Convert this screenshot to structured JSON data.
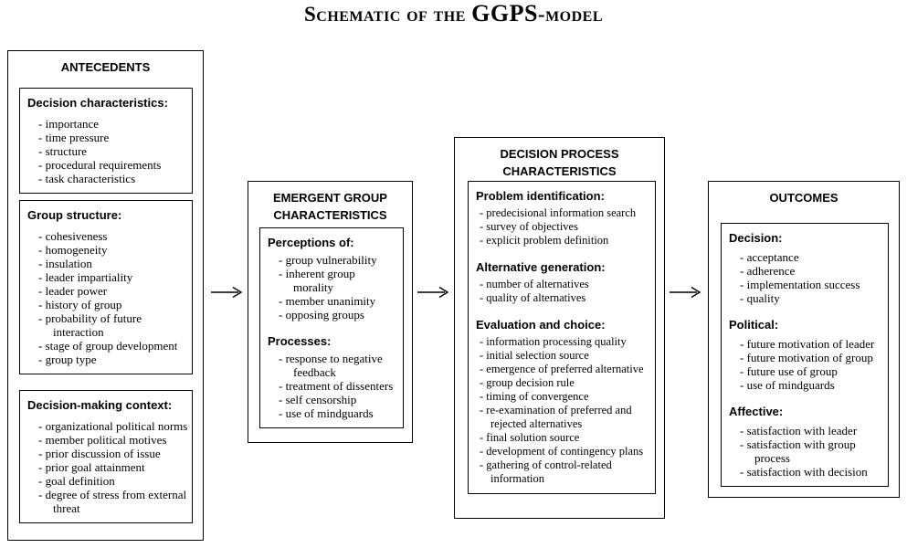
{
  "title": {
    "prefix": "Schematic of the ",
    "emphasis": "GGPS",
    "suffix": "-model"
  },
  "bullet": "-",
  "icons": {
    "flow_arrow": "right-arrow"
  },
  "colors": {
    "line": "#000000",
    "background": "#ffffff",
    "text": "#000000"
  },
  "antecedents": {
    "header": "ANTECEDENTS",
    "subboxes": [
      {
        "heading": "Decision characteristics:",
        "items": [
          "importance",
          "time pressure",
          "structure",
          "procedural requirements",
          "task characteristics"
        ]
      },
      {
        "heading": "Group structure:",
        "items": [
          "cohesiveness",
          "homogeneity",
          "insulation",
          "leader impartiality",
          "leader power",
          "history of group",
          "probability of future interaction",
          "stage of group development",
          "group type"
        ]
      },
      {
        "heading": "Decision-making context:",
        "items": [
          "organizational political norms",
          "member political motives",
          "prior discussion of issue",
          "prior goal attainment",
          "goal definition",
          "degree of stress from external threat"
        ]
      }
    ]
  },
  "emergent": {
    "header": "EMERGENT GROUP CHARACTERISTICS",
    "sections": [
      {
        "heading": "Perceptions of:",
        "items": [
          "group vulnerability",
          "inherent group morality",
          "member unanimity",
          "opposing groups"
        ]
      },
      {
        "heading": "Processes:",
        "items": [
          "response to negative feedback",
          "treatment of dissenters",
          "self censorship",
          "use of mindguards"
        ]
      }
    ]
  },
  "process": {
    "header": "DECISION PROCESS CHARACTERISTICS",
    "sections": [
      {
        "heading": "Problem identification:",
        "items": [
          "predecisional information search",
          "survey of objectives",
          "explicit problem definition"
        ]
      },
      {
        "heading": "Alternative generation:",
        "items": [
          "number of alternatives",
          "quality of alternatives"
        ]
      },
      {
        "heading": "Evaluation and choice:",
        "items": [
          "information processing quality",
          "initial selection source",
          "emergence of preferred alternative",
          "group decision rule",
          "timing of convergence",
          "re-examination of preferred and rejected alternatives",
          "final solution source",
          "development of contingency plans",
          "gathering of control-related information"
        ]
      }
    ]
  },
  "outcomes": {
    "header": "OUTCOMES",
    "sections": [
      {
        "heading": "Decision:",
        "items": [
          "acceptance",
          "adherence",
          "implementation success",
          "quality"
        ]
      },
      {
        "heading": "Political:",
        "items": [
          "future motivation of leader",
          "future motivation of group",
          "future use of group",
          "use of mindguards"
        ]
      },
      {
        "heading": "Affective:",
        "items": [
          "satisfaction with leader",
          "satisfaction with group process",
          "satisfaction with decision"
        ]
      }
    ]
  }
}
